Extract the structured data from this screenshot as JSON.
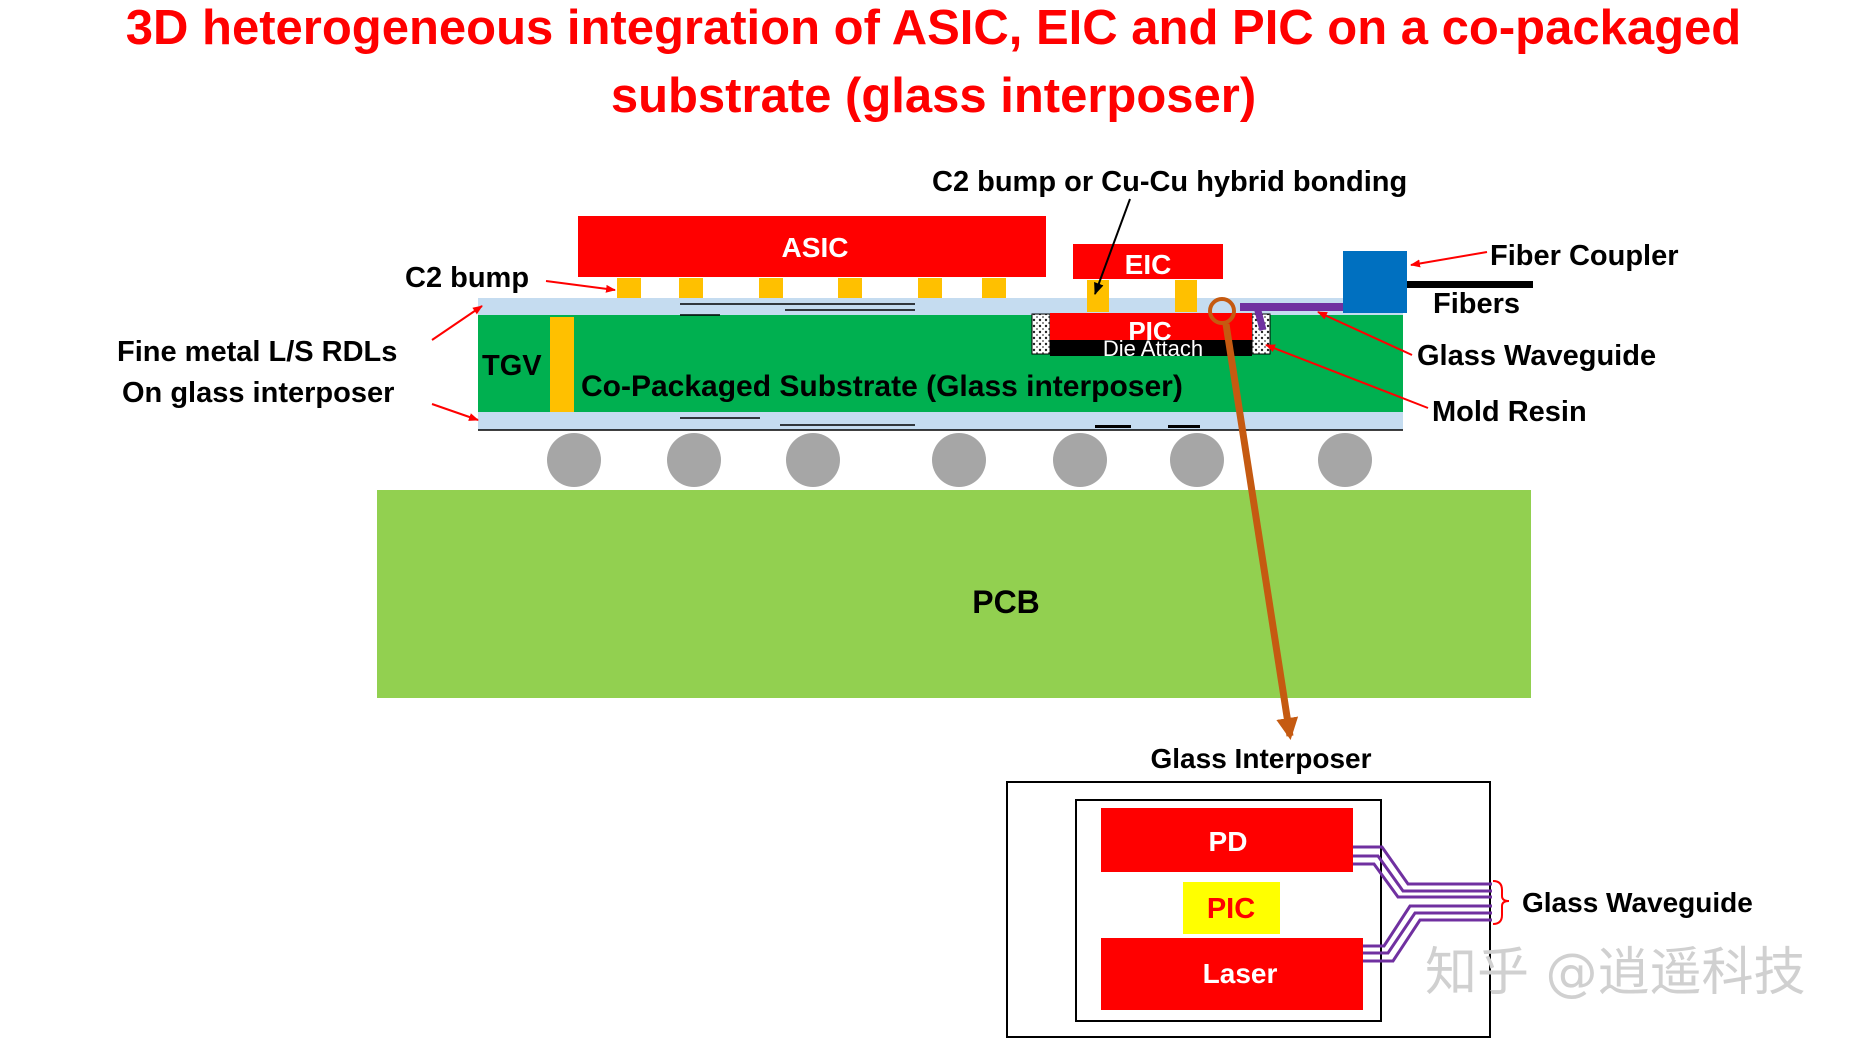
{
  "title": {
    "line1": "3D heterogeneous integration of ASIC, EIC and PIC on a co-packaged",
    "line2": "substrate (glass interposer)"
  },
  "labels": {
    "asic": "ASIC",
    "eic": "EIC",
    "pic": "PIC",
    "die_attach": "Die Attach",
    "tgv": "TGV",
    "substrate": "Co-Packaged Substrate (Glass interposer)",
    "pcb": "PCB",
    "c2_bump": "C2 bump",
    "c2_hybrid": "C2 bump or Cu-Cu hybrid bonding",
    "fine_metal_1": "Fine metal L/S RDLs",
    "fine_metal_2": "On glass interposer",
    "fiber_coupler": "Fiber Coupler",
    "fibers": "Fibers",
    "glass_waveguide": "Glass Waveguide",
    "mold_resin": "Mold Resin"
  },
  "inset": {
    "title": "Glass Interposer",
    "pd": "PD",
    "pic": "PIC",
    "laser": "Laser",
    "waveguide_label": "Glass Waveguide"
  },
  "watermark": "知乎 @逍遥科技",
  "colors": {
    "title": "#ff0000",
    "chip_red": "#ff0000",
    "substrate_green": "#00b050",
    "pcb_green": "#92d050",
    "bump_orange": "#ffc000",
    "rdl_blue": "#c5dcf0",
    "solder_gray": "#a6a6a6",
    "coupler_blue": "#0070c0",
    "waveguide_purple": "#7030a0",
    "zoom_arrow": "#c55a11",
    "pic_yellow": "#ffff00"
  }
}
